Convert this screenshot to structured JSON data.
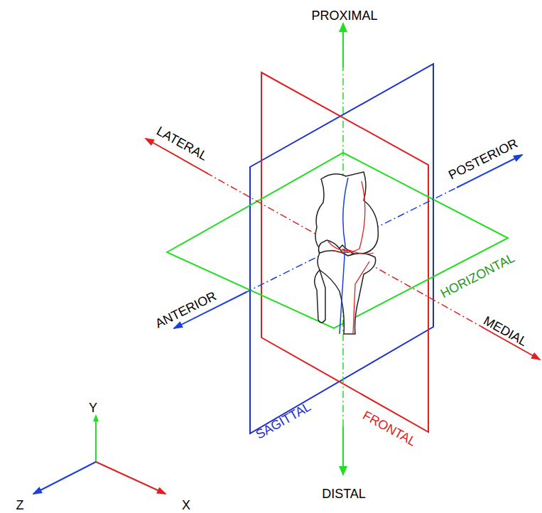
{
  "diagram": {
    "labels": [
      "PROXIMAL",
      "LATERAL",
      "POSTERIOR",
      "HORIZONTAL",
      "ANTERIOR",
      "MEDIAL",
      "Y",
      "SAGITTAL",
      "FRONTAL",
      "Z",
      "DISTAL",
      "X"
    ]
  }
}
